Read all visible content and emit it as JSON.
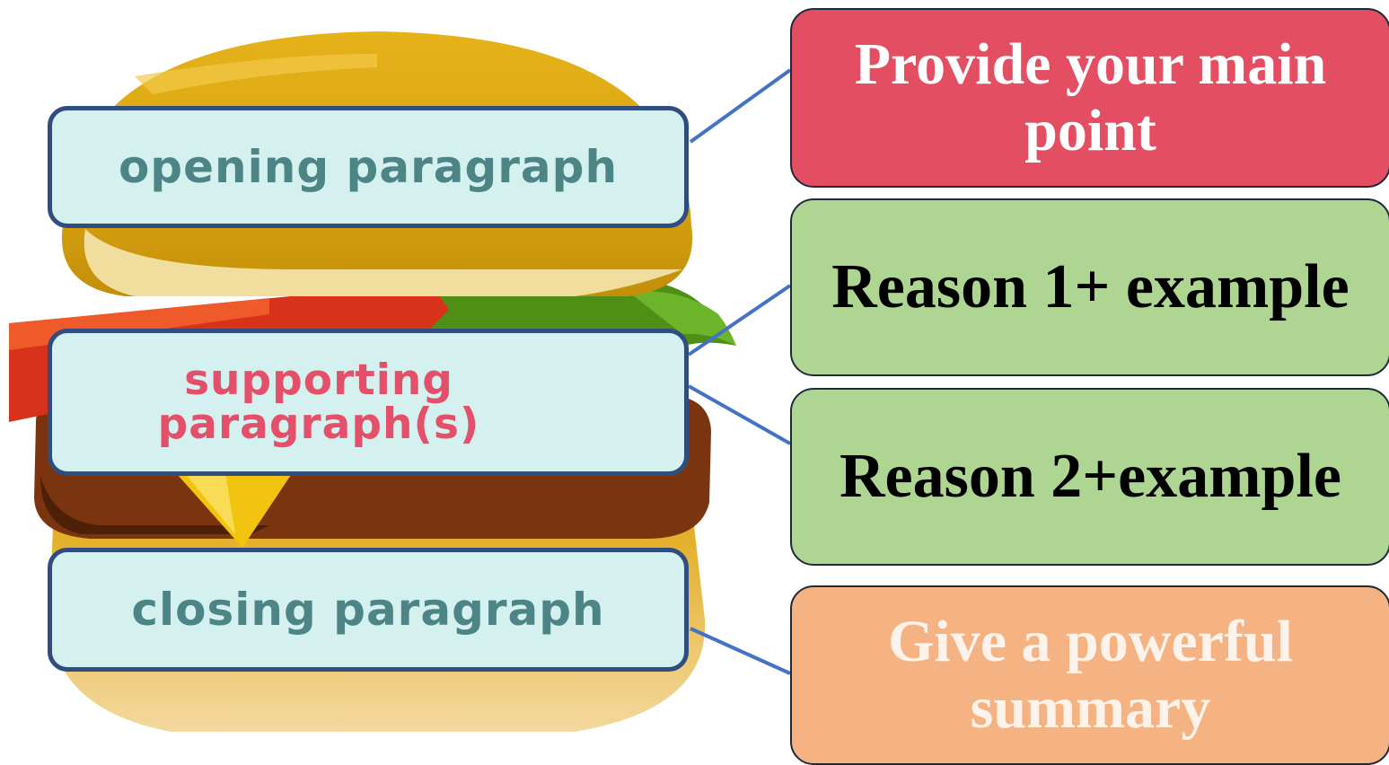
{
  "sections": {
    "opening": "opening paragraph",
    "supporting": "supporting paragraph(s)",
    "closing": "closing paragraph"
  },
  "notes": {
    "main_point": "Provide your main point",
    "reason_1": "Reason 1+ example",
    "reason_2": "Reason 2+example",
    "summary": "Give a powerful summary"
  },
  "colors": {
    "label_fill": "#d4f1f0",
    "label_border": "#2f4d7e",
    "main_point_fill": "#e44e62",
    "reason_fill": "#aed591",
    "summary_fill": "#f5b283",
    "connector": "#4472c4"
  }
}
